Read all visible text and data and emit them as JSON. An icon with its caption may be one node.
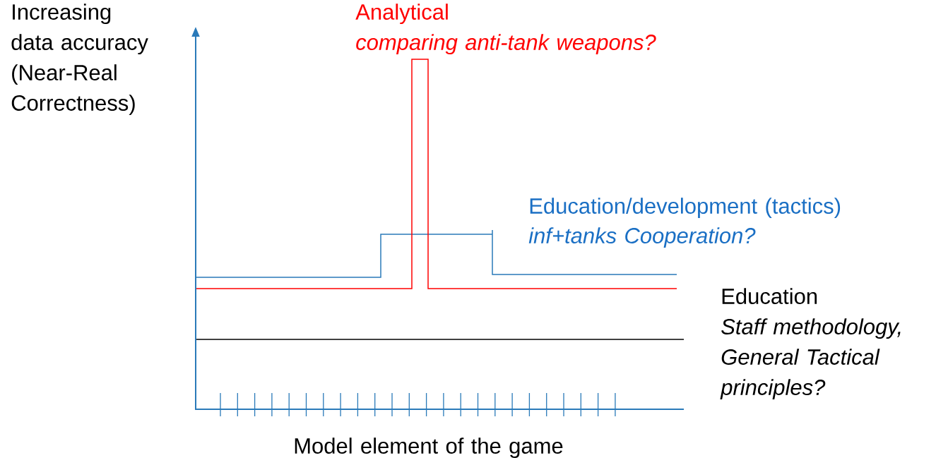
{
  "diagram": {
    "labels": [
      "Increasing data accuracy (Near-Real Correctness)",
      "Analytical",
      "comparing anti-tank weapons?",
      "Education/development (tactics)",
      "inf+tanks Cooperation?",
      "Education",
      "Staff methodology, General Tactical principles?",
      "Model element of the game"
    ]
  }
}
